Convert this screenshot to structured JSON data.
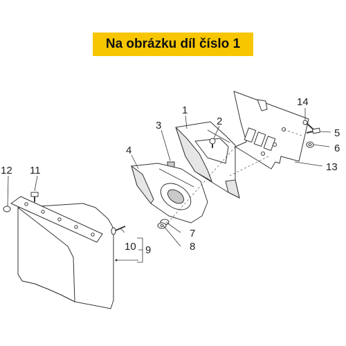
{
  "banner": {
    "text": "Na obrázku díl číslo 1"
  },
  "callouts": [
    {
      "id": "1",
      "text": "1"
    },
    {
      "id": "2",
      "text": "2"
    },
    {
      "id": "3",
      "text": "3"
    },
    {
      "id": "4",
      "text": "4"
    },
    {
      "id": "5",
      "text": "5"
    },
    {
      "id": "6",
      "text": "6"
    },
    {
      "id": "7",
      "text": "7"
    },
    {
      "id": "8",
      "text": "8"
    },
    {
      "id": "9",
      "text": "9"
    },
    {
      "id": "10",
      "text": "10"
    },
    {
      "id": "11",
      "text": "11"
    },
    {
      "id": "12",
      "text": "12"
    },
    {
      "id": "13",
      "text": "13"
    },
    {
      "id": "14",
      "text": "14"
    }
  ],
  "colors": {
    "banner_bg": "#f7c600",
    "line": "#333333",
    "background": "#ffffff"
  }
}
